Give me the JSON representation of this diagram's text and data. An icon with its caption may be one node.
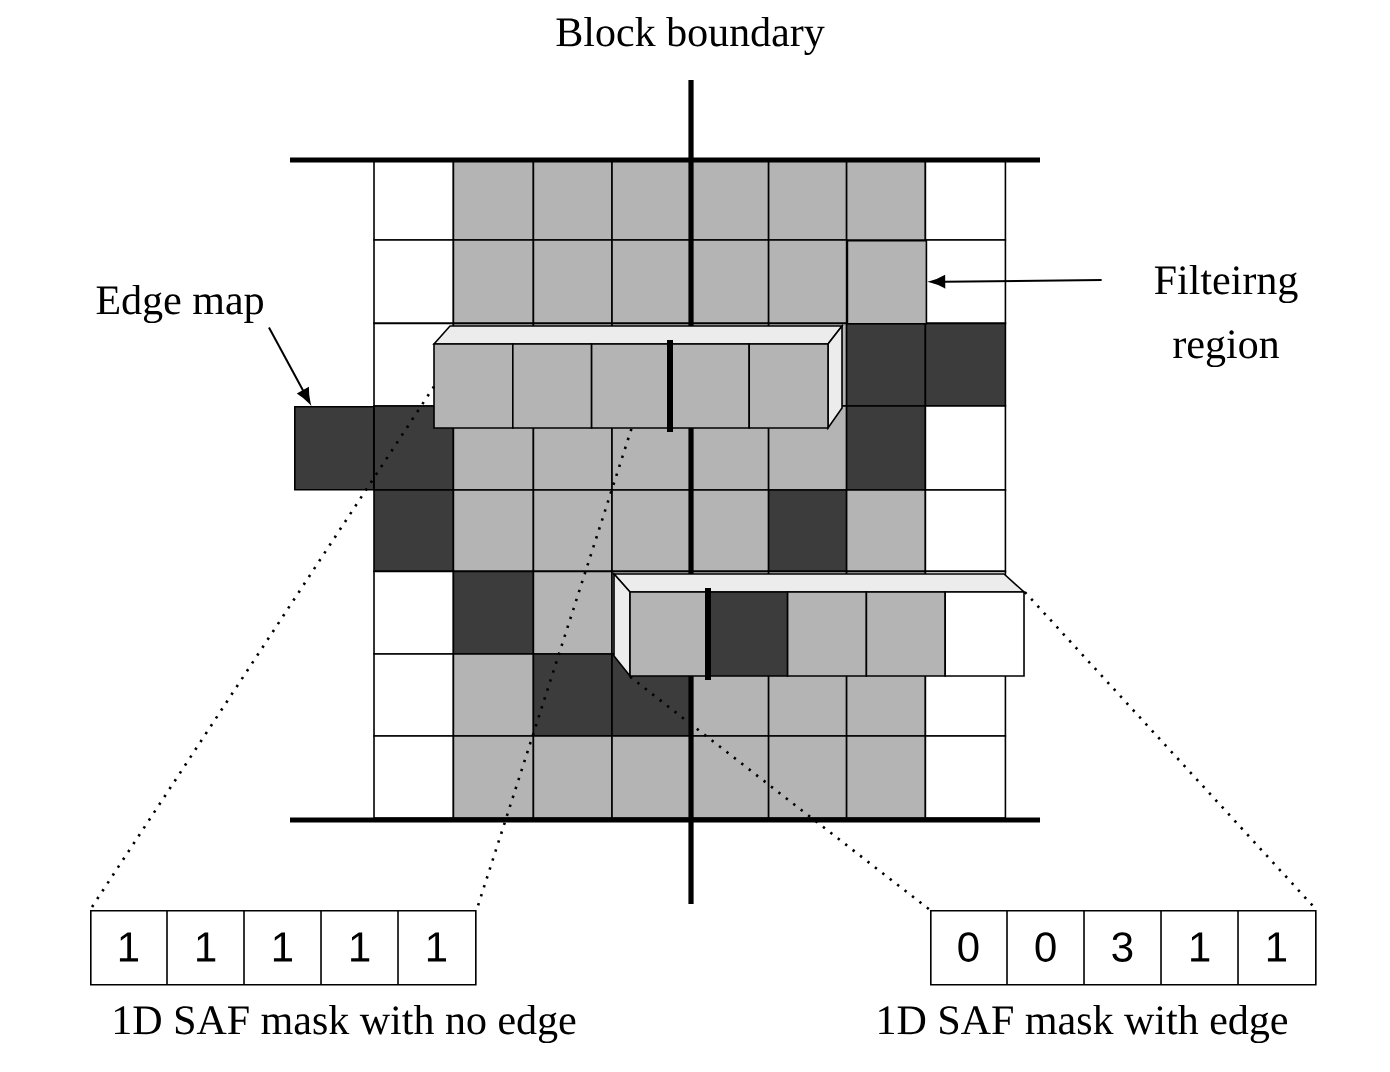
{
  "diagram": {
    "nodes": [
      {
        "text": [
          "Edge map"
        ]
      },
      {
        "text": [],
        "shape": "box"
      },
      {
        "text": [
          "Filteirng region"
        ]
      },
      {
        "text": [],
        "shape": "box"
      },
      {
        "text": [],
        "shape": "bar"
      },
      {
        "text": [],
        "shape": "bar"
      },
      {
        "text": [
          "1",
          "1",
          "1",
          "1",
          "1"
        ],
        "beside": [
          "1D SAF mask with no edge"
        ]
      },
      {
        "text": [
          "0",
          "0",
          "3",
          "1",
          "1"
        ],
        "beside": [
          "1D SAF mask with edge"
        ]
      }
    ],
    "edges": [
      {
        "from": 0,
        "to": 1,
        "arrow": "to"
      },
      {
        "from": 2,
        "to": 3,
        "arrow": "to"
      },
      {
        "from": 4,
        "to": 6,
        "arrow": "none",
        "style": "dashed"
      },
      {
        "from": 4,
        "to": 6,
        "arrow": "none",
        "style": "dashed"
      },
      {
        "from": 5,
        "to": 7,
        "arrow": "none",
        "style": "dashed"
      },
      {
        "from": 5,
        "to": 7,
        "arrow": "none",
        "style": "dashed"
      }
    ],
    "labels": [
      "Block boundary"
    ]
  }
}
